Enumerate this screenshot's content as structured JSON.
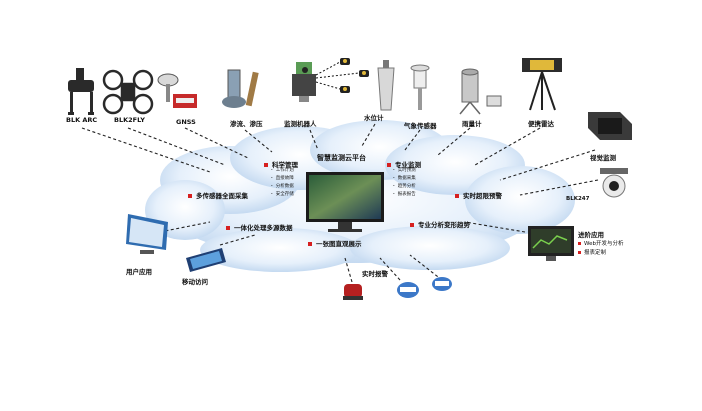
{
  "devices": {
    "blk_arc": "BLK ARC",
    "blk2fly": "BLK2FLY",
    "gnss": "GNSS",
    "seepage": "渗流、渗压",
    "robot": "监测机器人",
    "water_level": "水位计",
    "weather": "气象传感器",
    "rain": "雨量计",
    "radar": "便携雷达",
    "vision": "视觉监测",
    "blk247": "BLK247"
  },
  "platform": {
    "title": "智慧监测云平台"
  },
  "features": {
    "science": {
      "title": "科学管理",
      "items": [
        "工作计划",
        "直接故障",
        "分析数据",
        "安全存储"
      ]
    },
    "pro_monitor": {
      "title": "专业监测",
      "items": [
        "实时预测",
        "数据采集",
        "趋势分析",
        "报表报告"
      ]
    },
    "multi_sensor": "多传感器全面采集",
    "realtime_alert": "实时超限预警",
    "pro_analysis": "专业分析变形趋势",
    "integrated": "一体化处理多源数据",
    "one_view": "一张图直观展示"
  },
  "outputs": {
    "user_app": "用户应用",
    "mobile": "移动访问",
    "alarm": "实时报警",
    "advanced": {
      "title": "进阶应用",
      "items": [
        "Web开发与分析",
        "报表定制"
      ]
    }
  }
}
